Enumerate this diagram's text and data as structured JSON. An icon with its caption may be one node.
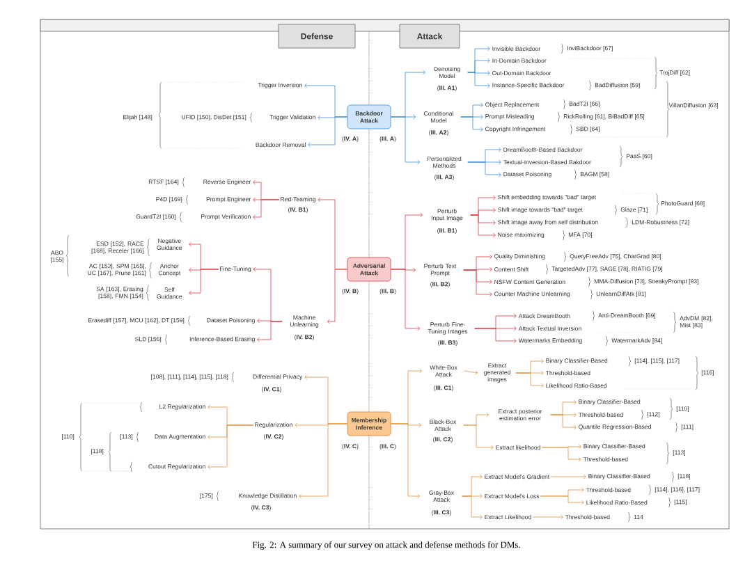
{
  "diagram": {
    "caption": "Fig. 2: A summary of our survey on attack and defense methods for DMs.",
    "nodes": [
      {
        "text": [
          "Defense"
        ]
      },
      {
        "text": [
          "Attack"
        ]
      },
      {
        "text": [
          "Backdoor Attack"
        ],
        "beside": [
          "(**IV. A**)",
          "(**III. A**)"
        ]
      },
      {
        "text": [
          "Adversarial Attack"
        ],
        "beside": [
          "(**IV. B**)",
          "(**III. B**)"
        ]
      },
      {
        "text": [
          "Membership Inference"
        ],
        "beside": [
          "(**IV. C**)",
          "(**III. C**)"
        ]
      },
      {
        "text": [
          "Trigger Inversion"
        ]
      },
      {
        "text": [
          "Trigger Validation"
        ]
      },
      {
        "text": [
          "Backdoor Removal"
        ]
      },
      {
        "text": [
          "Denoising Model"
        ],
        "beside": [
          "(**III. A1**)"
        ]
      },
      {
        "text": [
          "Conditional Model"
        ],
        "beside": [
          "(**III. A2**)"
        ]
      },
      {
        "text": [
          "Personalized Methods"
        ],
        "beside": [
          "(**III. A3**)"
        ]
      },
      {
        "text": [
          "Invisible Backdoor"
        ]
      },
      {
        "text": [
          "In-Domain Backdoor"
        ]
      },
      {
        "text": [
          "Out-Domain Backdoor"
        ]
      },
      {
        "text": [
          "Instance-Specific Backdoor"
        ]
      },
      {
        "text": [
          "Object Replacement"
        ]
      },
      {
        "text": [
          "Prompt Misleading"
        ]
      },
      {
        "text": [
          "Copyright Infringement"
        ]
      },
      {
        "text": [
          "DreamBooth-Based Backdoor"
        ]
      },
      {
        "text": [
          "Textual-Inversion-Based Bakdoor"
        ]
      },
      {
        "text": [
          "Dataset Poisoning"
        ]
      },
      {
        "text": [
          "Red-Teaming"
        ],
        "beside": [
          "(**IV. B1**)"
        ]
      },
      {
        "text": [
          "Machine Unlearning"
        ],
        "beside": [
          "(**IV. B2**)"
        ]
      },
      {
        "text": [
          "Reverse Engineer"
        ]
      },
      {
        "text": [
          "Prompt Engineer"
        ]
      },
      {
        "text": [
          "Prompt Verification"
        ]
      },
      {
        "text": [
          "Fine-Tuning"
        ]
      },
      {
        "text": [
          "Dataset Poisoning"
        ]
      },
      {
        "text": [
          "Inference-Based Erasing"
        ]
      },
      {
        "text": [
          "Negative Guidance"
        ]
      },
      {
        "text": [
          "Anchor Concept"
        ]
      },
      {
        "text": [
          "Self Guidance"
        ]
      },
      {
        "text": [
          "Perturb Input Image"
        ],
        "beside": [
          "(**III. B1**)"
        ]
      },
      {
        "text": [
          "Perturb Text Prompt"
        ],
        "beside": [
          "(**III. B2**)"
        ]
      },
      {
        "text": [
          "Perturb Fine-Tuning Images"
        ],
        "beside": [
          "(**III. B3**)"
        ]
      },
      {
        "text": [
          "Shift embedding towards \"bad\" target"
        ]
      },
      {
        "text": [
          "Shift image towards \"bad\" target"
        ]
      },
      {
        "text": [
          "Shift image away from self distribution"
        ]
      },
      {
        "text": [
          "Noise maximizing"
        ]
      },
      {
        "text": [
          "Quality Diminishing"
        ]
      },
      {
        "text": [
          "Content Shift"
        ]
      },
      {
        "text": [
          "NSFW Content Generation"
        ]
      },
      {
        "text": [
          "Counter Machine Unlearning"
        ]
      },
      {
        "text": [
          "Attack DreamBooth"
        ]
      },
      {
        "text": [
          "Attack Textual Inversion"
        ]
      },
      {
        "text": [
          "Watermarks Embedding"
        ]
      },
      {
        "text": [
          "Differential Privacy"
        ],
        "beside": [
          "(**IV. C1**)"
        ]
      },
      {
        "text": [
          "Regularization"
        ],
        "beside": [
          "(**IV. C2**)"
        ]
      },
      {
        "text": [
          "Knowledge Distillation"
        ],
        "beside": [
          "(**IV. C3**)"
        ]
      },
      {
        "text": [
          "L2 Regularization"
        ]
      },
      {
        "text": [
          "Data Augmentation"
        ]
      },
      {
        "text": [
          "Cutout Regularization"
        ]
      },
      {
        "text": [
          "White-Box Attack"
        ],
        "beside": [
          "(**III. C1**)"
        ]
      },
      {
        "text": [
          "Black-Box Attack"
        ],
        "beside": [
          "(**III. C2**)"
        ]
      },
      {
        "text": [
          "Gray-Box Attack"
        ],
        "beside": [
          "(**III. C3**)"
        ]
      },
      {
        "text": [
          "Extract generated images"
        ]
      },
      {
        "text": [
          "Binary Classifier-Based"
        ]
      },
      {
        "text": [
          "Threshold-based"
        ]
      },
      {
        "text": [
          "Likelihood Ratio-Based"
        ]
      },
      {
        "text": [
          "Extract posterior estimation error"
        ]
      },
      {
        "text": [
          "Extract likelihood"
        ]
      },
      {
        "text": [
          "Binary Classifier-Based"
        ]
      },
      {
        "text": [
          "Threshold-based"
        ]
      },
      {
        "text": [
          "Quantile Regression-Based"
        ]
      },
      {
        "text": [
          "Binary Classifier-Based"
        ]
      },
      {
        "text": [
          "Threshold-based"
        ]
      },
      {
        "text": [
          "Extract Model's Gradient"
        ]
      },
      {
        "text": [
          "Extract Model's Loss"
        ]
      },
      {
        "text": [
          "Extract Likelihood"
        ]
      },
      {
        "text": [
          "Binary Classifier-Based"
        ]
      },
      {
        "text": [
          "Threshold-based"
        ]
      },
      {
        "text": [
          "Likelihood Ratio-Based"
        ]
      },
      {
        "text": [
          "Threshold-based"
        ]
      }
    ],
    "edges": [
      {
        "from": 2,
        "to": 5,
        "arrow": "to",
        "color": "#3b8ad9"
      },
      {
        "from": 2,
        "to": 6,
        "arrow": "to",
        "color": "#3b8ad9"
      },
      {
        "from": 2,
        "to": 7,
        "arrow": "to",
        "color": "#3b8ad9"
      },
      {
        "from": 2,
        "to": 8,
        "arrow": "to",
        "color": "#3b8ad9"
      },
      {
        "from": 2,
        "to": 9,
        "arrow": "to",
        "color": "#3b8ad9"
      },
      {
        "from": 2,
        "to": 10,
        "arrow": "to",
        "color": "#3b8ad9"
      },
      {
        "from": 8,
        "to": 11,
        "arrow": "to",
        "color": "#3b8ad9"
      },
      {
        "from": 8,
        "to": 12,
        "arrow": "to",
        "color": "#3b8ad9"
      },
      {
        "from": 8,
        "to": 13,
        "arrow": "to",
        "color": "#3b8ad9"
      },
      {
        "from": 8,
        "to": 14,
        "arrow": "to",
        "color": "#3b8ad9"
      },
      {
        "from": 9,
        "to": 15,
        "arrow": "to",
        "color": "#3b8ad9"
      },
      {
        "from": 9,
        "to": 16,
        "arrow": "to",
        "color": "#3b8ad9"
      },
      {
        "from": 9,
        "to": 17,
        "arrow": "to",
        "color": "#3b8ad9"
      },
      {
        "from": 10,
        "to": 18,
        "arrow": "to",
        "color": "#3b8ad9"
      },
      {
        "from": 10,
        "to": 19,
        "arrow": "to",
        "color": "#3b8ad9"
      },
      {
        "from": 10,
        "to": 20,
        "arrow": "to",
        "color": "#3b8ad9"
      },
      {
        "from": 3,
        "to": 21,
        "arrow": "to",
        "color": "#d93a46"
      },
      {
        "from": 3,
        "to": 22,
        "arrow": "to",
        "color": "#d93a46"
      },
      {
        "from": 21,
        "to": 23,
        "arrow": "to",
        "color": "#d93a46"
      },
      {
        "from": 21,
        "to": 24,
        "arrow": "to",
        "color": "#d93a46"
      },
      {
        "from": 21,
        "to": 25,
        "arrow": "to",
        "color": "#d93a46"
      },
      {
        "from": 22,
        "to": 26,
        "arrow": "to",
        "color": "#d93a46"
      },
      {
        "from": 22,
        "to": 27,
        "arrow": "to",
        "color": "#d93a46"
      },
      {
        "from": 22,
        "to": 28,
        "arrow": "to",
        "color": "#d93a46"
      },
      {
        "from": 26,
        "to": 29,
        "arrow": "to",
        "color": "#d93a46"
      },
      {
        "from": 26,
        "to": 30,
        "arrow": "to",
        "color": "#d93a46"
      },
      {
        "from": 26,
        "to": 31,
        "arrow": "to",
        "color": "#d93a46"
      },
      {
        "from": 3,
        "to": 32,
        "arrow": "to",
        "color": "#d93a46"
      },
      {
        "from": 3,
        "to": 33,
        "arrow": "to",
        "color": "#d93a46"
      },
      {
        "from": 3,
        "to": 34,
        "arrow": "to",
        "color": "#d93a46"
      },
      {
        "from": 32,
        "to": 35,
        "arrow": "to",
        "color": "#d93a46"
      },
      {
        "from": 32,
        "to": 36,
        "arrow": "to",
        "color": "#d93a46"
      },
      {
        "from": 32,
        "to": 37,
        "arrow": "to",
        "color": "#d93a46"
      },
      {
        "from": 32,
        "to": 38,
        "arrow": "to",
        "color": "#d93a46"
      },
      {
        "from": 33,
        "to": 39,
        "arrow": "to",
        "color": "#d93a46"
      },
      {
        "from": 33,
        "to": 40,
        "arrow": "to",
        "color": "#d93a46"
      },
      {
        "from": 33,
        "to": 41,
        "arrow": "to",
        "color": "#d93a46"
      },
      {
        "from": 33,
        "to": 42,
        "arrow": "to",
        "color": "#d93a46"
      },
      {
        "from": 34,
        "to": 43,
        "arrow": "to",
        "color": "#d93a46"
      },
      {
        "from": 34,
        "to": 44,
        "arrow": "to",
        "color": "#d93a46"
      },
      {
        "from": 34,
        "to": 45,
        "arrow": "to",
        "color": "#d93a46"
      },
      {
        "from": 4,
        "to": 46,
        "arrow": "to",
        "color": "#e0903c"
      },
      {
        "from": 4,
        "to": 47,
        "arrow": "to",
        "color": "#e0903c"
      },
      {
        "from": 4,
        "to": 48,
        "arrow": "to",
        "color": "#e0903c"
      },
      {
        "from": 47,
        "to": 49,
        "arrow": "to",
        "color": "#e0903c"
      },
      {
        "from": 47,
        "to": 50,
        "arrow": "to",
        "color": "#e0903c"
      },
      {
        "from": 47,
        "to": 51,
        "arrow": "to",
        "color": "#e0903c"
      },
      {
        "from": 4,
        "to": 52,
        "arrow": "to",
        "color": "#e0903c"
      },
      {
        "from": 4,
        "to": 53,
        "arrow": "to",
        "color": "#e0903c"
      },
      {
        "from": 4,
        "to": 54,
        "arrow": "to",
        "color": "#e0903c"
      },
      {
        "from": 52,
        "to": 55,
        "arrow": "to",
        "color": "#e0903c"
      },
      {
        "from": 55,
        "to": 56,
        "arrow": "to",
        "color": "#e0903c"
      },
      {
        "from": 55,
        "to": 57,
        "arrow": "to",
        "color": "#e0903c"
      },
      {
        "from": 55,
        "to": 58,
        "arrow": "to",
        "color": "#e0903c"
      },
      {
        "from": 53,
        "to": 59,
        "arrow": "to",
        "color": "#e0903c"
      },
      {
        "from": 53,
        "to": 60,
        "arrow": "to",
        "color": "#e0903c"
      },
      {
        "from": 59,
        "to": 61,
        "arrow": "to",
        "color": "#e0903c"
      },
      {
        "from": 59,
        "to": 62,
        "arrow": "to",
        "color": "#e0903c"
      },
      {
        "from": 59,
        "to": 63,
        "arrow": "to",
        "color": "#e0903c"
      },
      {
        "from": 60,
        "to": 64,
        "arrow": "to",
        "color": "#e0903c"
      },
      {
        "from": 60,
        "to": 65,
        "arrow": "to",
        "color": "#e0903c"
      },
      {
        "from": 54,
        "to": 66,
        "arrow": "to",
        "color": "#e0903c"
      },
      {
        "from": 54,
        "to": 67,
        "arrow": "to",
        "color": "#e0903c"
      },
      {
        "from": 54,
        "to": 68,
        "arrow": "to",
        "color": "#e0903c"
      },
      {
        "from": 66,
        "to": 69,
        "arrow": "to",
        "color": "#e0903c"
      },
      {
        "from": 67,
        "to": 70,
        "arrow": "to",
        "color": "#e0903c"
      },
      {
        "from": 67,
        "to": 71,
        "arrow": "to",
        "color": "#e0903c"
      },
      {
        "from": 68,
        "to": 72,
        "arrow": "to",
        "color": "#e0903c"
      }
    ],
    "labels": [
      "Elijah [148]",
      "UFID [150], DisDet [151]",
      "RTSF [164]",
      "P4D [169]",
      "GuardT2I [160]",
      "ABO [155]",
      "ESD [152], RACE [168], Receler [166]",
      "AC [153], SPM [165], UC [167], Prune [161]",
      "SA [163], Erasing [158], FMN [154]",
      "Erasediff [157], MCU [162], DT [159]",
      "SLD [156]",
      "[108], [111], [114], [115], [118]",
      "[110]",
      "[118]",
      "[113]",
      "[175]",
      "InviBackdoor [67]",
      "TrojDiff [62]",
      "BadDiffusion [59]",
      "VillanDiffusion [63]",
      "BadT2I [66]",
      "RickRolling [61], BiBadDiff [65]",
      "SBD [64]",
      "PaaS [60]",
      "BAGM [58]",
      "PhotoGuard [68]",
      "Glaze [71]",
      "LDM-Robustness [72]",
      "MFA [70]",
      "QueryFreeAdv [75], CharGrad [80]",
      "TargetedAdv [77], SAGE [78], RIATIG [79]",
      "MMA-Diffusion [73], SneakyPrompt [83]",
      "UnlearnDiffAtk [81]",
      "Anti-DreamBooth [69]",
      "AdvDM [82], Mist [83]",
      "WatermarkAdv [84]",
      "[114], [115], [117]",
      "[116]",
      "[110]",
      "[112]",
      "[111]",
      "[113]",
      "[118]",
      "[114], [116], [117]",
      "[115]",
      "114"
    ]
  }
}
